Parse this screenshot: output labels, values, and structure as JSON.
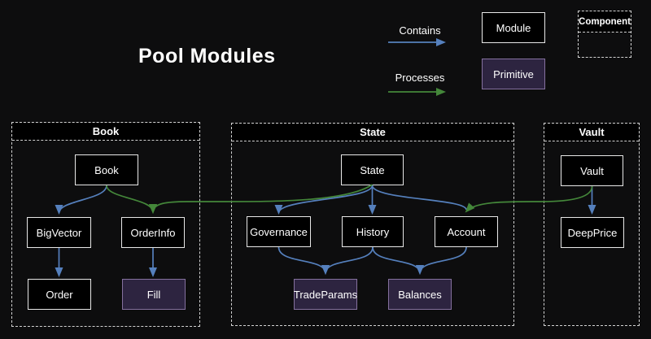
{
  "title": "Pool Modules",
  "legend": {
    "contains_label": "Contains",
    "processes_label": "Processes",
    "module_label": "Module",
    "primitive_label": "Primitive",
    "component_label": "Component"
  },
  "colors": {
    "background": "#0d0d0e",
    "text": "#ffffff",
    "contains_arrow": "#5580bd",
    "processes_arrow": "#44873a",
    "module_fill": "#000000",
    "module_border": "#e8e8e8",
    "primitive_fill": "#2d2440",
    "primitive_border": "#85719f",
    "container_border": "#d2d2d2"
  },
  "diagram": {
    "containers": [
      {
        "label": "Book",
        "nodes": [
          {
            "label": "Book",
            "type": "module"
          },
          {
            "label": "BigVector",
            "type": "module"
          },
          {
            "label": "OrderInfo",
            "type": "module"
          },
          {
            "label": "Order",
            "type": "module"
          },
          {
            "label": "Fill",
            "type": "primitive"
          }
        ]
      },
      {
        "label": "State",
        "nodes": [
          {
            "label": "State",
            "type": "module"
          },
          {
            "label": "Governance",
            "type": "module"
          },
          {
            "label": "History",
            "type": "module"
          },
          {
            "label": "Account",
            "type": "module"
          },
          {
            "label": "TradeParams",
            "type": "primitive"
          },
          {
            "label": "Balances",
            "type": "primitive"
          }
        ]
      },
      {
        "label": "Vault",
        "nodes": [
          {
            "label": "Vault",
            "type": "module"
          },
          {
            "label": "DeepPrice",
            "type": "module"
          }
        ]
      }
    ],
    "edges": [
      {
        "from": "Book",
        "to": "BigVector",
        "type": "contains"
      },
      {
        "from": "Book",
        "to": "OrderInfo",
        "type": "processes"
      },
      {
        "from": "BigVector",
        "to": "Order",
        "type": "contains"
      },
      {
        "from": "OrderInfo",
        "to": "Fill",
        "type": "contains"
      },
      {
        "from": "State",
        "to": "Governance",
        "type": "contains"
      },
      {
        "from": "State",
        "to": "History",
        "type": "contains"
      },
      {
        "from": "State",
        "to": "Account",
        "type": "contains"
      },
      {
        "from": "State",
        "to": "OrderInfo",
        "type": "processes"
      },
      {
        "from": "Governance",
        "to": "TradeParams",
        "type": "contains"
      },
      {
        "from": "History",
        "to": "TradeParams",
        "type": "contains"
      },
      {
        "from": "History",
        "to": "Balances",
        "type": "contains"
      },
      {
        "from": "Account",
        "to": "Balances",
        "type": "contains"
      },
      {
        "from": "Vault",
        "to": "DeepPrice",
        "type": "contains"
      },
      {
        "from": "Vault",
        "to": "Account",
        "type": "processes"
      }
    ]
  }
}
